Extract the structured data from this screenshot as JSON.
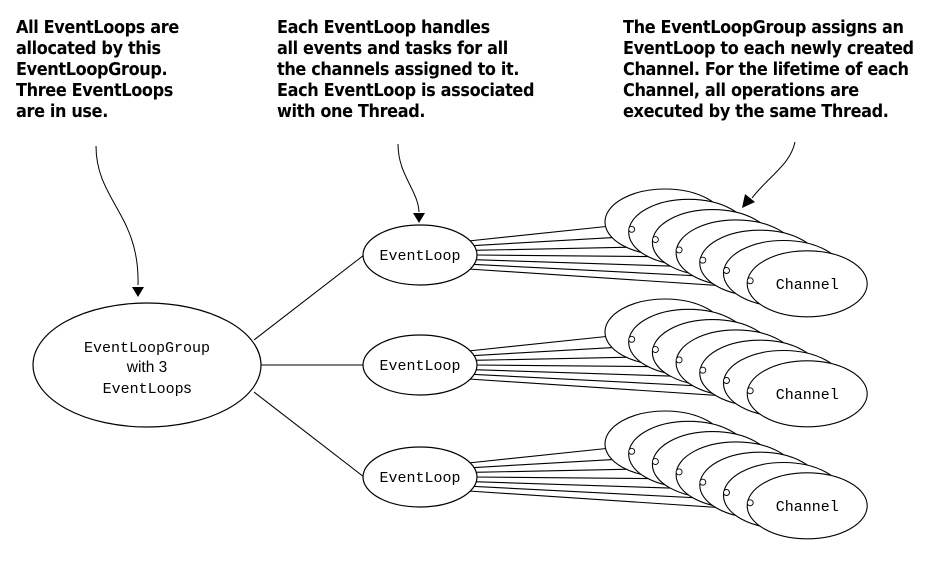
{
  "annotations": [
    {
      "id": "allocation-note",
      "lines": [
        "All EventLoops are",
        "allocated by this",
        "EventLoopGroup.",
        "Three EventLoops",
        "are in use."
      ]
    },
    {
      "id": "eventloop-note",
      "lines": [
        "Each EventLoop handles",
        "all events and tasks for all",
        "the channels assigned to it.",
        "Each EventLoop is associated",
        "with one Thread."
      ]
    },
    {
      "id": "channel-note",
      "lines": [
        "The EventLoopGroup assigns an",
        "EventLoop to each newly created",
        "Channel. For the lifetime of each",
        "Channel, all operations are",
        "executed by the same Thread."
      ]
    }
  ],
  "group_node": {
    "line1": "EventLoopGroup",
    "line2": "with 3",
    "line3_mono": "EventLoop",
    "line3_suffix": "s"
  },
  "event_loops": [
    {
      "label": "EventLoop",
      "channel_label": "Channel",
      "channel_count": 7
    },
    {
      "label": "EventLoop",
      "channel_label": "Channel",
      "channel_count": 7
    },
    {
      "label": "EventLoop",
      "channel_label": "Channel",
      "channel_count": 7
    }
  ],
  "colors": {
    "stroke": "#000000",
    "fill": "#ffffff",
    "text": "#000000"
  }
}
